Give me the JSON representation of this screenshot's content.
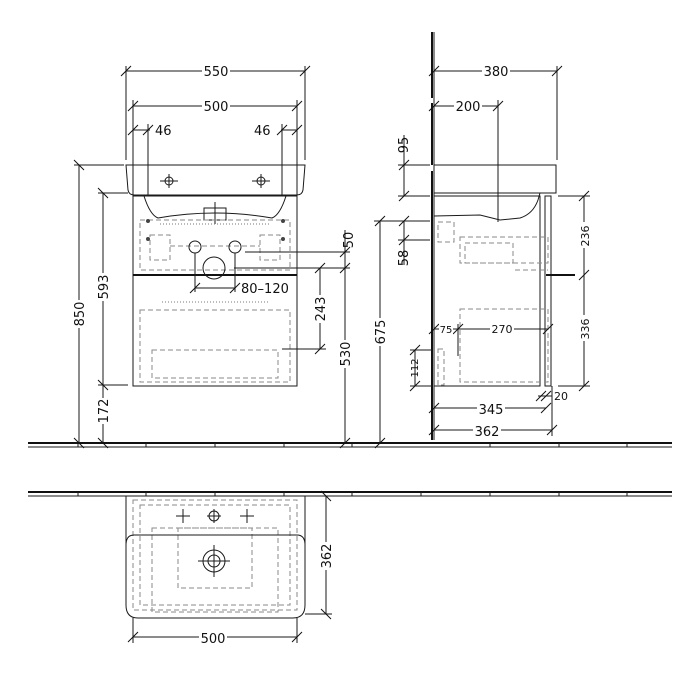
{
  "drawing": {
    "front_view": {
      "dimensions": {
        "overall_width": "550",
        "cabinet_width": "500",
        "tap_offset_left": "46",
        "tap_offset_right": "46",
        "overall_height": "850",
        "cabinet_top_height": "593",
        "floor_clearance": "172",
        "siphon_offset": "50",
        "drawer_height": "243",
        "waste_height": "530",
        "supply_spacing": "80–120"
      }
    },
    "side_view": {
      "dimensions": {
        "basin_depth": "380",
        "tap_axis": "200",
        "basin_thickness": "95",
        "drawer_top_offset": "58",
        "mount_height": "675",
        "bottom_clearance": "112",
        "upper_drawer": "236",
        "lower_drawer": "336",
        "drawer_setback": "75",
        "drawer_depth": "270",
        "cabinet_depth": "345",
        "overall_depth": "362",
        "front_thickness": "20"
      }
    },
    "top_view": {
      "dimensions": {
        "width": "500",
        "depth": "362"
      }
    }
  }
}
